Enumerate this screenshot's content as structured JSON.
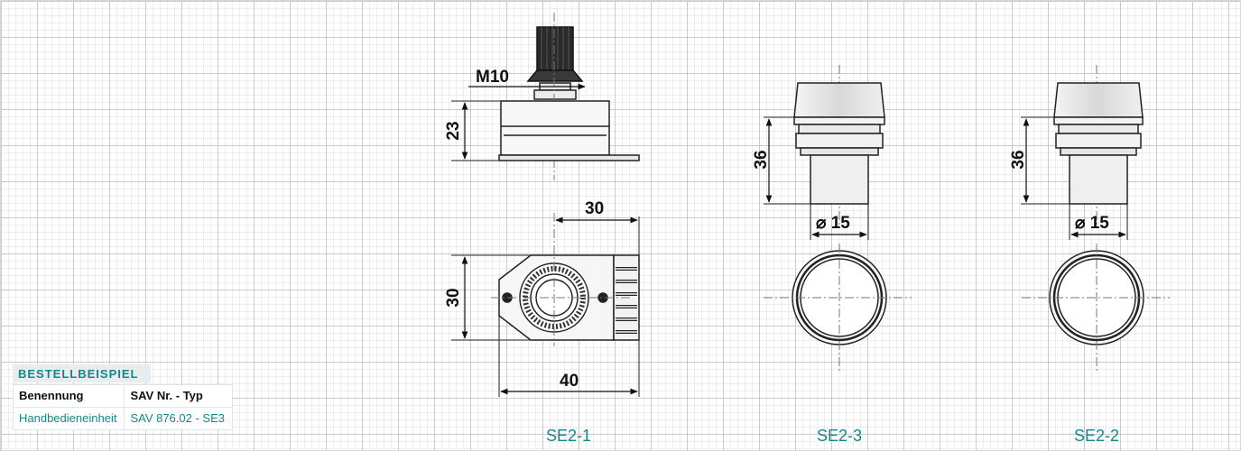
{
  "order_example": {
    "title": "BESTELLBEISPIEL",
    "headers": [
      "Benennung",
      "SAV Nr. - Typ"
    ],
    "row": [
      "Handbedieneinheit",
      "SAV 876.02 - SE3"
    ]
  },
  "views": [
    {
      "caption": "SE2-1",
      "dimensions": {
        "thread": "M10",
        "height": "23",
        "top_width": "30",
        "side_height": "30",
        "bottom_width": "40"
      }
    },
    {
      "caption": "SE2-3",
      "dimensions": {
        "height": "36",
        "diameter": "⌀ 15"
      }
    },
    {
      "caption": "SE2-2",
      "dimensions": {
        "height": "36",
        "diameter": "⌀ 15"
      }
    }
  ],
  "colors": {
    "accent": "#14878a",
    "line": "#222222",
    "grid": "#c9c9c9"
  }
}
